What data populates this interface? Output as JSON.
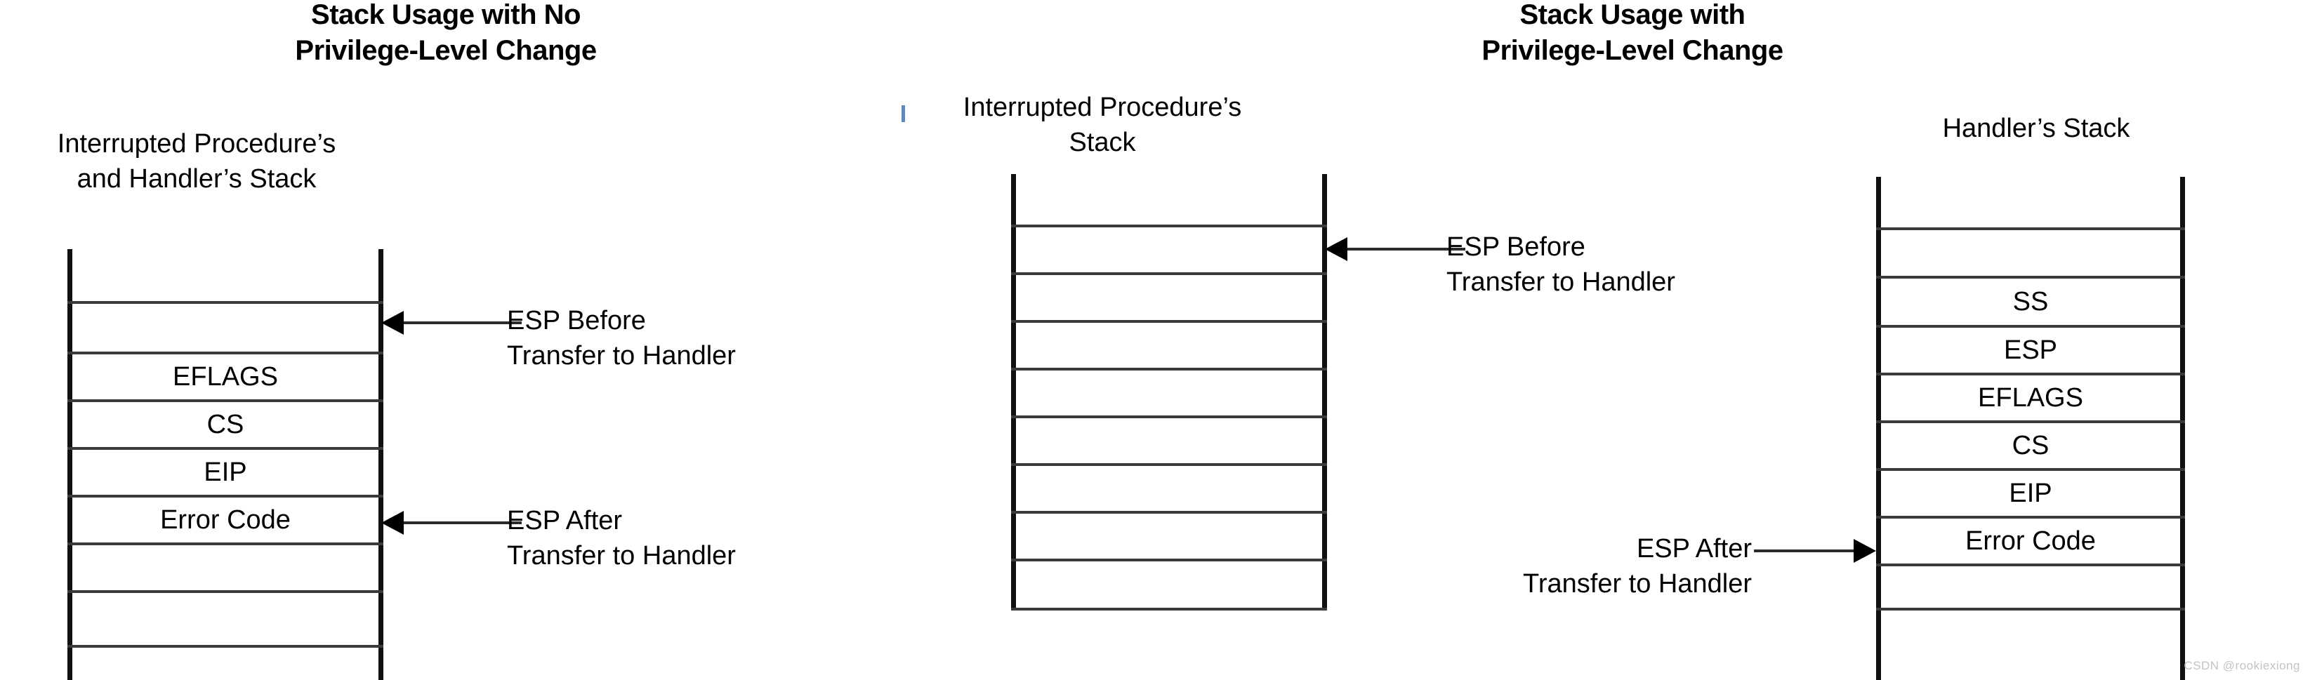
{
  "diagrams": {
    "left": {
      "title": "Stack Usage with No\nPrivilege-Level Change",
      "stack_label": "Interrupted Procedure’s\nand Handler’s Stack",
      "cells": [
        "",
        "",
        "EFLAGS",
        "CS",
        "EIP",
        "Error Code",
        "",
        "",
        ""
      ],
      "annotations": {
        "esp_before": "ESP Before\nTransfer to Handler",
        "esp_after": "ESP After\nTransfer to Handler"
      }
    },
    "middle": {
      "stack_label": "Interrupted Procedure’s\nStack",
      "cells": [
        "",
        "",
        "",
        "",
        "",
        "",
        "",
        "",
        ""
      ],
      "annotations": {
        "esp_before": "ESP Before\nTransfer to Handler"
      }
    },
    "right": {
      "title": "Stack Usage with\nPrivilege-Level Change",
      "stack_label": "Handler’s Stack",
      "cells": [
        "",
        "",
        "SS",
        "ESP",
        "EFLAGS",
        "CS",
        "EIP",
        "Error Code",
        "",
        ""
      ],
      "annotations": {
        "esp_after": "ESP After\nTransfer to Handler"
      }
    }
  },
  "watermark": "CSDN @rookiexiong",
  "colors": {
    "ink": "#000000",
    "rule": "#3a3a3a",
    "watermark": "#c3c3c3"
  }
}
